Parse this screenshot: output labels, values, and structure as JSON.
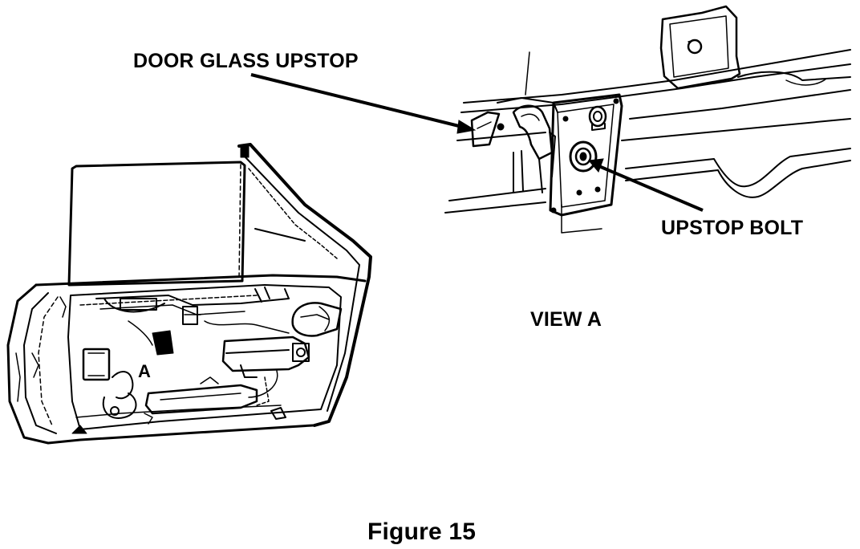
{
  "figure": {
    "callout_upstop": "DOOR GLASS UPSTOP",
    "callout_bolt": "UPSTOP BOLT",
    "view_label": "VIEW A",
    "detail_marker": "A",
    "caption": "Figure 15"
  },
  "colors": {
    "ink": "#000000",
    "paper": "#ffffff"
  }
}
